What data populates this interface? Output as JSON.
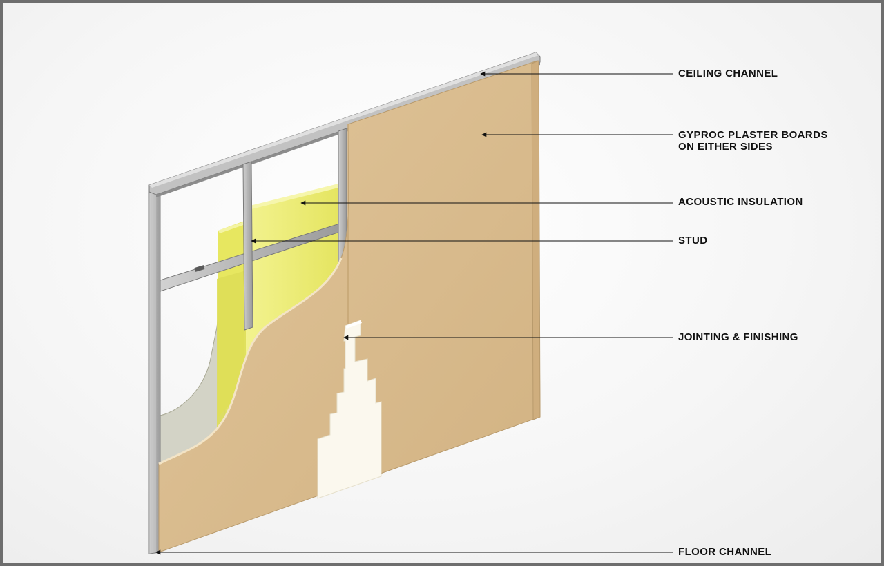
{
  "diagram": {
    "labels": {
      "ceiling_channel": "CEILING CHANNEL",
      "plaster_boards_line1": "GYPROC PLASTER BOARDS",
      "plaster_boards_line2": "ON EITHER SIDES",
      "acoustic_insulation": "ACOUSTIC INSULATION",
      "stud": "STUD",
      "jointing_finishing": "JOINTING & FINISHING",
      "floor_channel": "FLOOR CHANNEL"
    },
    "colors": {
      "board": "#d9bb8c",
      "board_dark": "#c9a877",
      "insulation": "#eaea6a",
      "insulation_light": "#f2f29a",
      "metal": "#b9b9b9",
      "metal_dark": "#8f8f8f",
      "joint_compound": "#fbf9f1",
      "back_board": "#d4d4c8",
      "frame_border": "#6e6e6e"
    }
  }
}
